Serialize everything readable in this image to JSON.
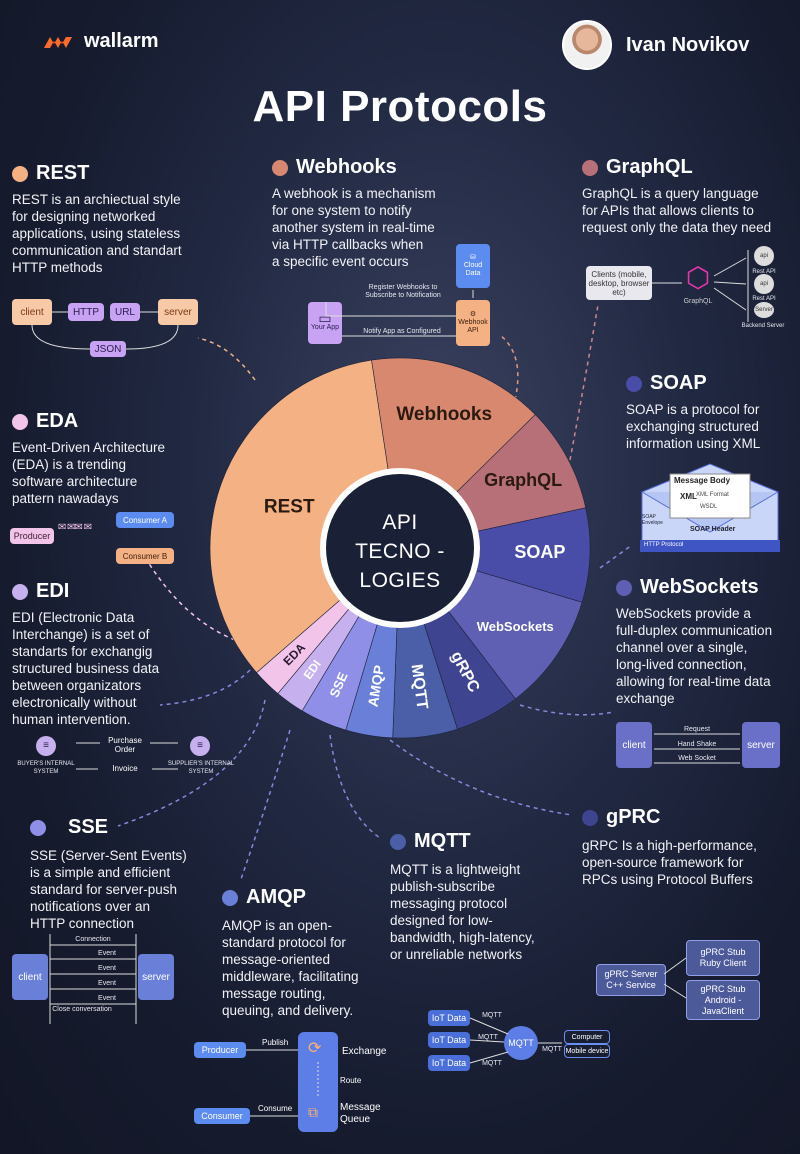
{
  "header": {
    "brand": "wallarm",
    "author": "Ivan Novikov",
    "title": "API Protocols"
  },
  "colors": {
    "rest": "#f4b183",
    "webhooks": "#d98870",
    "graphql": "#b76f78",
    "soap": "#4a4da8",
    "websockets": "#5f5fb3",
    "grpc": "#3f4490",
    "mqtt": "#4a5fa8",
    "amqp": "#6a7fd8",
    "sse": "#8f8fe8",
    "edi": "#c6b1ee",
    "eda": "#f3c4ea"
  },
  "center": {
    "line1": "API",
    "line2": "TECNO -",
    "line3": "LOGIES"
  },
  "chart_data": {
    "type": "pie",
    "categories": [
      "REST",
      "Webhooks",
      "GraphQL",
      "SOAP",
      "WebSockets",
      "gRPC",
      "MQTT",
      "AMQP",
      "SSE",
      "EDI",
      "EDA"
    ],
    "values": [
      34.0,
      15.0,
      9.0,
      8.0,
      10.0,
      5.5,
      5.5,
      4.0,
      4.0,
      2.5,
      2.5
    ]
  },
  "sections": {
    "rest": {
      "title": "REST",
      "desc": [
        "REST is an archiectual style",
        "for designing networked",
        "applications, using stateless",
        "communication and standart",
        "HTTP methods"
      ]
    },
    "webhooks": {
      "title": "Webhooks",
      "desc": [
        "A webhook is a mechanism",
        "for one system to notify",
        "another system in real-time",
        "via HTTP callbacks when",
        "a specific event occurs"
      ]
    },
    "graphql": {
      "title": "GraphQL",
      "desc": [
        "GraphQL is a query language",
        "for APIs that allows clients to",
        "request only the data they need"
      ]
    },
    "soap": {
      "title": "SOAP",
      "desc": [
        "SOAP is a protocol for",
        "exchanging structured",
        "information using XML"
      ]
    },
    "eda": {
      "title": "EDA",
      "desc": [
        "Event-Driven Architecture",
        "(EDA) is a trending",
        "software architecture",
        "pattern nawadays"
      ]
    },
    "edi": {
      "title": "EDI",
      "desc": [
        "EDI (Electronic Data",
        "Interchange) is a set of",
        "standarts for exchangig",
        "structured business data",
        "between organizators",
        "electronically without",
        "human intervention."
      ]
    },
    "websockets": {
      "title": "WebSockets",
      "desc": [
        "WebSockets provide a",
        "full-duplex communication",
        "channel over a single,",
        "long-lived connection,",
        "allowing for real-time data",
        "exchange"
      ]
    },
    "sse": {
      "title": "SSE",
      "desc": [
        "SSE (Server-Sent Events)",
        "is a simple and efficient",
        "standard for server-push",
        "notifications over an",
        "HTTP connection"
      ]
    },
    "amqp": {
      "title": "AMQP",
      "desc": [
        "AMQP is an open-",
        "standard protocol for",
        "message-oriented",
        "middleware, facilitating",
        "message routing,",
        "queuing, and delivery."
      ]
    },
    "mqtt": {
      "title": "MQTT",
      "desc": [
        "MQTT is a lightweight",
        "publish-subscribe",
        "messaging protocol",
        "designed for low-",
        "bandwidth, high-latency,",
        "or unreliable networks"
      ]
    },
    "grpc": {
      "title": "gPRC",
      "desc": [
        "gRPC Is a high-performance,",
        "open-source framework for",
        "RPCs using Protocol Buffers"
      ]
    }
  },
  "diagrams": {
    "rest": {
      "client": "client",
      "http": "HTTP",
      "url": "URL",
      "server": "server",
      "json": "JSON"
    },
    "webhooks": {
      "cloud": "Cloud Data",
      "register": "Register Webhooks to Subscribe to Notification",
      "notify": "Notify App as Configured",
      "app": "Your App",
      "api": "Webhook API"
    },
    "graphql": {
      "clients": "Clients (mobile, desktop, browser etc)",
      "label": "GraphQL",
      "rest1": "Rest API",
      "rest2": "Rest API",
      "server": "Server",
      "backend": "Backend Server",
      "api": "api"
    },
    "soap": {
      "body": "Message Body",
      "xml": "XML",
      "xmlformat": "XML Format",
      "wsdl": "WSDL",
      "envelope": "SOAP Envelope",
      "header": "SOAP Header",
      "http": "HTTP Protocol"
    },
    "eda": {
      "producer": "Producer",
      "a": "Consumer A",
      "b": "Consumer B"
    },
    "edi": {
      "buyer": "BUYER'S INTERNAL SYSTEM",
      "supplier": "SUPPLIER'S INTERNAL SYSTEM",
      "po": "Purchase Order",
      "invoice": "Invoice"
    },
    "websockets": {
      "client": "client",
      "server": "server",
      "request": "Request",
      "handshake": "Hand Shake",
      "socket": "Web Socket"
    },
    "sse": {
      "client": "client",
      "server": "server",
      "connection": "Connection",
      "event": "Event",
      "close": "Close conversation"
    },
    "amqp": {
      "producer": "Producer",
      "publish": "Publish",
      "exchange": "Exchange",
      "route": "Route",
      "consumer": "Consumer",
      "consume": "Consume",
      "queue": "Message Queue"
    },
    "mqtt": {
      "iot": "IoT Data",
      "label": "MQTT",
      "center": "MQTT",
      "computer": "Computer",
      "mobile": "Mobile device"
    },
    "grpc": {
      "server": "gPRC Server",
      "service": "C++ Service",
      "stub": "gPRC Stub",
      "ruby": "Ruby Client",
      "android": "Android - JavaClient"
    }
  },
  "slice_labels": [
    "REST",
    "Webhooks",
    "GraphQL",
    "SOAP",
    "WebSockets",
    "gRPC",
    "MQTT",
    "AMQP",
    "SSE",
    "EDI",
    "EDA"
  ]
}
